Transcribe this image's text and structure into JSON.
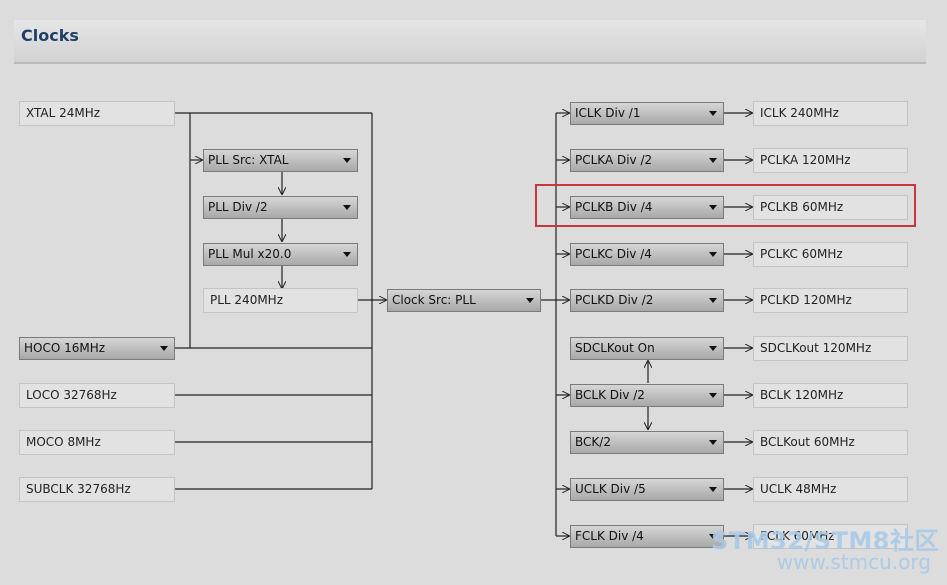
{
  "header": {
    "title": "Clocks"
  },
  "sources": {
    "xtal": "XTAL 24MHz",
    "hoco": "HOCO 16MHz",
    "loco": "LOCO 32768Hz",
    "moco": "MOCO 8MHz",
    "subclk": "SUBCLK 32768Hz"
  },
  "pll": {
    "src": "PLL Src: XTAL",
    "div": "PLL Div /2",
    "mul": "PLL Mul x20.0",
    "out": "PLL 240MHz"
  },
  "clock_src": "Clock Src: PLL",
  "dividers": {
    "iclk": "ICLK Div /1",
    "pclka": "PCLKA Div /2",
    "pclkb": "PCLKB Div /4",
    "pclkc": "PCLKC Div /4",
    "pclkd": "PCLKD Div /2",
    "sdclkout": "SDCLKout On",
    "bclk": "BCLK Div /2",
    "bck": "BCK/2",
    "uclk": "UCLK Div /5",
    "fclk": "FCLK Div /4"
  },
  "outputs": {
    "iclk": "ICLK 240MHz",
    "pclka": "PCLKA 120MHz",
    "pclkb": "PCLKB 60MHz",
    "pclkc": "PCLKC 60MHz",
    "pclkd": "PCLKD 120MHz",
    "sdclkout": "SDCLKout 120MHz",
    "bclk": "BCLK 120MHz",
    "bclkout": "BCLKout 60MHz",
    "uclk": "UCLK 48MHz",
    "fclk": "FCLK 60MHz"
  },
  "watermark": {
    "line1": "STM32/STM8社区",
    "line2": "www.stmcu.org"
  },
  "colors": {
    "title": "#1f3f66",
    "highlight": "#c8363e",
    "watermark": "#a9c9e8"
  }
}
